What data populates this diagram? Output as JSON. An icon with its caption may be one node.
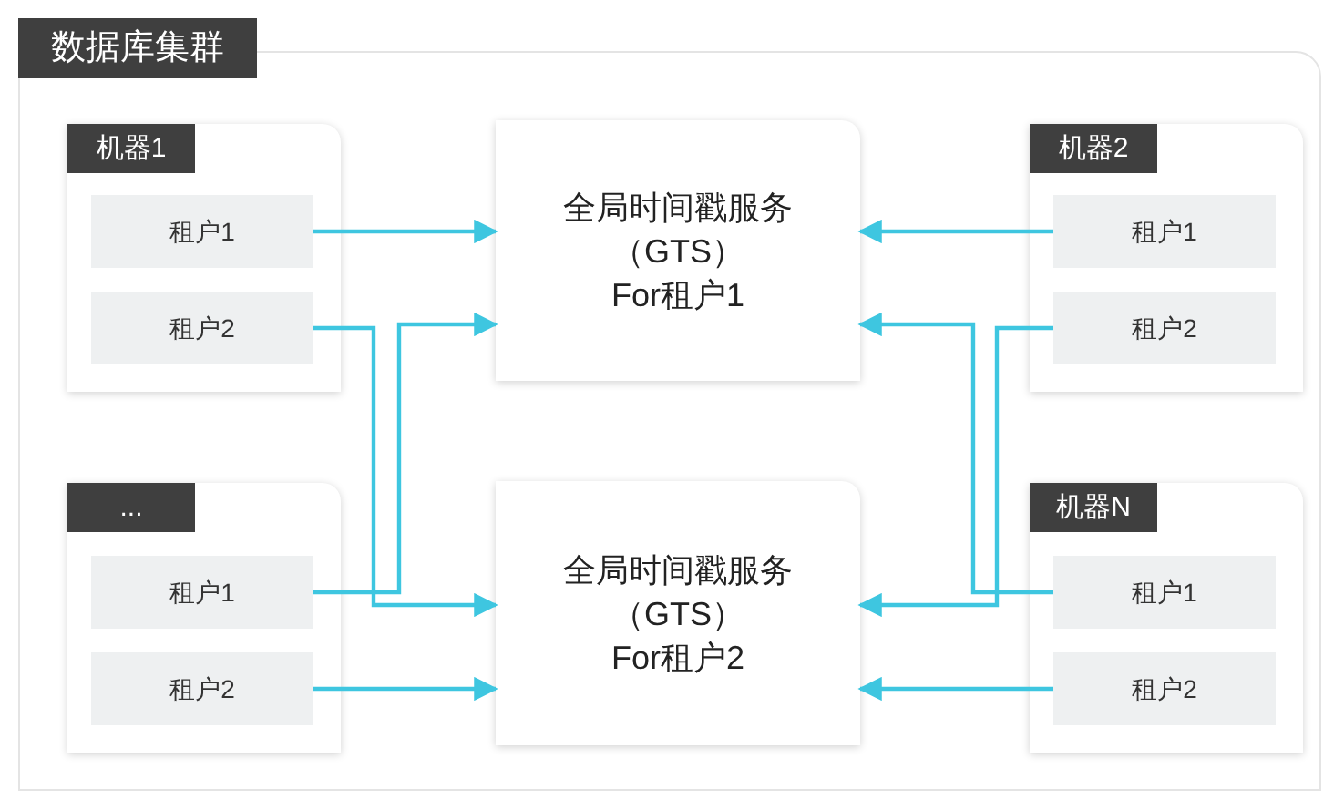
{
  "diagram": {
    "nodes": [
      {
        "text": [
          "数据库集群"
        ]
      },
      {
        "text": [
          "机器1"
        ],
        "in": 0
      },
      {
        "text": [
          "租户1"
        ],
        "in": 1
      },
      {
        "text": [
          "租户2"
        ],
        "in": 1
      },
      {
        "text": [
          "全局时间戳服务（GTS）For租户1"
        ],
        "in": 0
      },
      {
        "text": [
          "机器2"
        ],
        "in": 0
      },
      {
        "text": [
          "租户1"
        ],
        "in": 5
      },
      {
        "text": [
          "租户2"
        ],
        "in": 5
      },
      {
        "text": [
          "..."
        ],
        "in": 0
      },
      {
        "text": [
          "租户1"
        ],
        "in": 8
      },
      {
        "text": [
          "租户2"
        ],
        "in": 8
      },
      {
        "text": [
          "全局时间戳服务（GTS）For租户2"
        ],
        "in": 0
      },
      {
        "text": [
          "机器N"
        ],
        "in": 0
      },
      {
        "text": [
          "租户1"
        ],
        "in": 12
      },
      {
        "text": [
          "租户2"
        ],
        "in": 12
      }
    ],
    "edges": [
      {
        "from": 2,
        "to": 4,
        "arrow": "to"
      },
      {
        "from": 3,
        "to": 11,
        "arrow": "to"
      },
      {
        "from": 9,
        "to": 4,
        "arrow": "to"
      },
      {
        "from": 10,
        "to": 11,
        "arrow": "to"
      },
      {
        "from": 6,
        "to": 4,
        "arrow": "to"
      },
      {
        "from": 7,
        "to": 11,
        "arrow": "to"
      },
      {
        "from": 13,
        "to": 4,
        "arrow": "to"
      },
      {
        "from": 14,
        "to": 11,
        "arrow": "to"
      }
    ]
  }
}
